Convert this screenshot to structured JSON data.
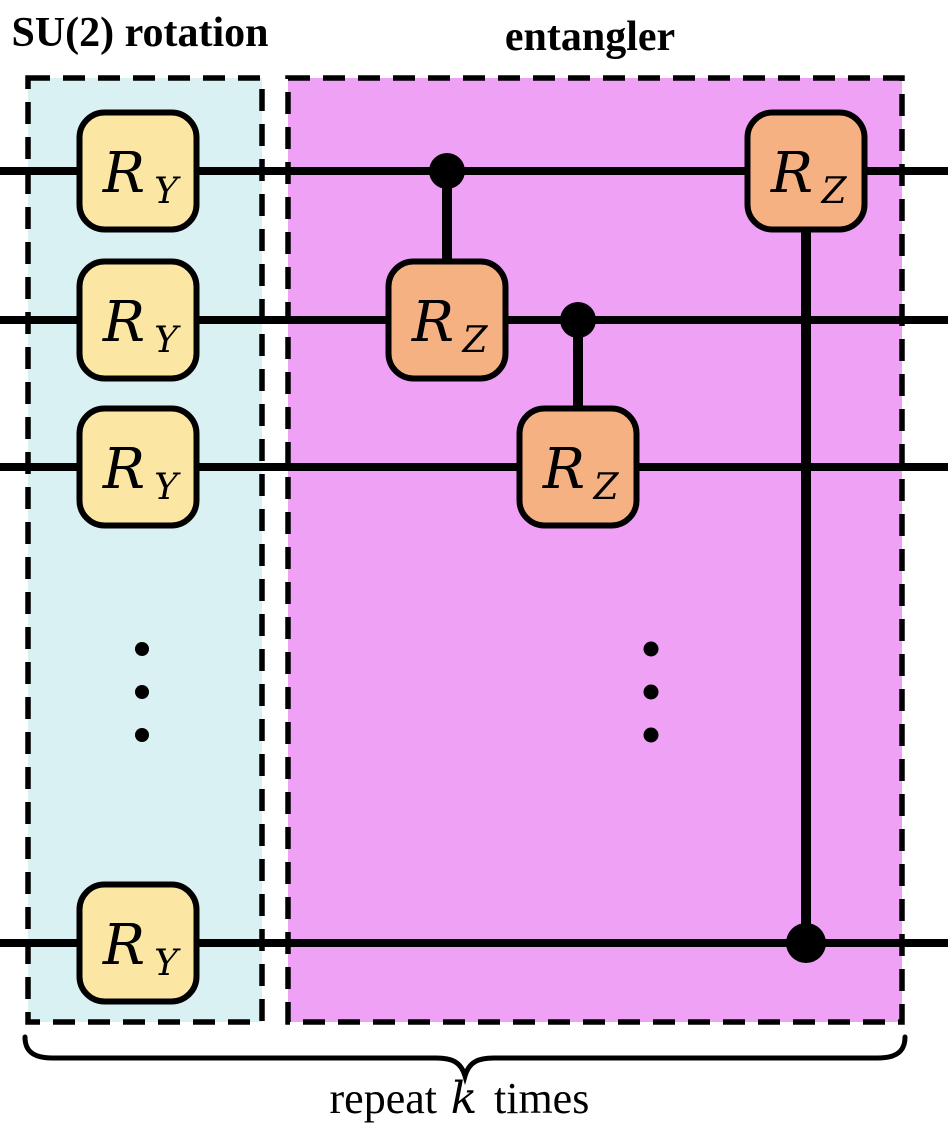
{
  "labels": {
    "title_left": "SU(2) rotation",
    "title_right": "entangler",
    "gate_r": "R",
    "sub_y": "Y",
    "sub_z": "Z",
    "repeat_prefix": "repeat",
    "repeat_k": "k",
    "repeat_suffix": "times"
  },
  "colors": {
    "background": "#ffffff",
    "rotation_region_fill": "#daf1f3",
    "entangler_region_fill": "#efa1f6",
    "ry_gate_fill": "#fbe7a3",
    "rz_gate_fill": "#f6b183",
    "line": "#000000"
  },
  "circuit": {
    "type": "quantum-circuit-ansatz",
    "visible_qubit_wires": 4,
    "omitted_qubits_ellipsis": true,
    "rotation_layer": {
      "region_label": "SU(2) rotation",
      "gates": [
        "RY",
        "RY",
        "RY",
        "RY"
      ]
    },
    "entangler_layer": {
      "region_label": "entangler",
      "gates": [
        {
          "name": "controlled-RZ",
          "control_wire": 1,
          "target_wire": 2
        },
        {
          "name": "controlled-RZ",
          "control_wire": 2,
          "target_wire": 3
        },
        {
          "name": "controlled-RZ",
          "control_wire": "last",
          "target_wire": 1
        }
      ]
    },
    "repeat_annotation": "repeat k times"
  }
}
